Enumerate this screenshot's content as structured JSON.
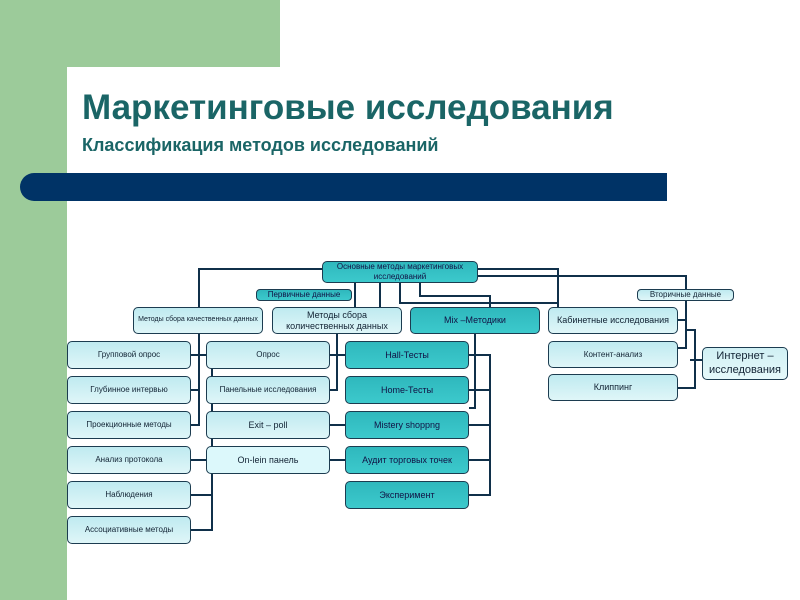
{
  "title": "Маркетинговые исследования",
  "subtitle": "Классификация методов исследований",
  "root": "Основные методы маркетинговых исследований",
  "primary_label": "Первичные данные",
  "secondary_label": "Вторичные данные",
  "categories": {
    "qualitative": "Методы сбора качественных данных",
    "quantitative": "Методы сбора количественных данных",
    "mix": "Mix –Методики",
    "desk": "Кабинетные исследования"
  },
  "qualitative_methods": [
    "Групповой опрос",
    "Глубинное интервью",
    "Проекционные методы",
    "Анализ протокола",
    "Наблюдения",
    "Ассоциативные методы"
  ],
  "quantitative_methods": [
    "Опрос",
    "Панельные исследования",
    "Exit – poll",
    "On-lein панель"
  ],
  "mix_methods": [
    "Hall-Тесты",
    "Home-Тесты",
    "Mistery shoppng",
    "Аудит торговых точек",
    "Эксперимент"
  ],
  "desk_methods": [
    "Контент-анализ",
    "Клиппинг"
  ],
  "internet": "Интернет – исследования"
}
